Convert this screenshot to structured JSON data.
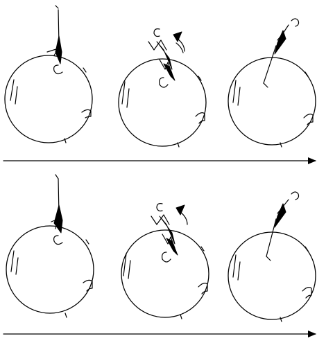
{
  "figure": {
    "rows": [
      {
        "name": "row-1",
        "panels": [
          "upright",
          "tumbling",
          "tilted"
        ]
      },
      {
        "name": "row-2",
        "panels": [
          "upright",
          "tumbling",
          "tilted"
        ]
      }
    ],
    "arrow": "time-arrow-right"
  },
  "colors": {
    "ink": "#000000",
    "background": "#ffffff"
  }
}
